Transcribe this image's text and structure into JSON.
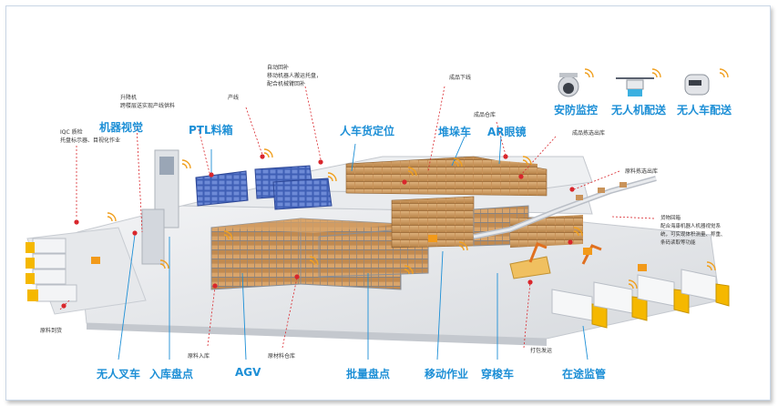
{
  "labels": {
    "iqc_title": "IQC 质检",
    "iqc_desc": "托盘标示器、目视化作业",
    "machine_vision": "机器视觉",
    "elevator_title": "升降机",
    "elevator_desc": "跨楼层送实现产线供料",
    "ptl": "PTL料箱",
    "line": "产线",
    "auto_replenish_title": "自动回补",
    "auto_replenish_desc1": "移动机器人搬运托盘，",
    "auto_replenish_desc2": "配合机械臂回补",
    "person_cargo": "人车货定位",
    "finished_offline": "成品下线",
    "finished_warehouse": "成品仓库",
    "stacker": "堆垛车",
    "ar_glasses": "AR眼镜",
    "finished_pick": "成品拣选出库",
    "raw_pick": "原料拣选出库",
    "cargo_return_title": "货物回箱",
    "cargo_return_desc1": "配合海康机器人机器视觉系",
    "cargo_return_desc2": "统，可实现体积测量、称重、",
    "cargo_return_desc3": "条码读取等功能",
    "raw_receive": "原料到货",
    "raw_inbound": "原料入库",
    "raw_storage": "原材料仓库",
    "pack_ship": "打包发运",
    "forklift": "无人叉车",
    "inbound_count": "入库盘点",
    "agv": "AGV",
    "batch_count": "批量盘点",
    "mobile_work": "移动作业",
    "shuttle": "穿梭车",
    "transit_monitor": "在途监管"
  },
  "legend": [
    {
      "label": "安防监控",
      "icon": "security-camera-icon"
    },
    {
      "label": "无人机配送",
      "icon": "drone-icon"
    },
    {
      "label": "无人车配送",
      "icon": "delivery-robot-icon"
    }
  ],
  "colors": {
    "accent_blue": "#1d8fd6",
    "callout_red": "#d9262c",
    "signal_orange": "#f0a020",
    "truck_yellow": "#f5b800",
    "box_brown": "#c9935a",
    "floor_gray": "#e4e6ea"
  }
}
